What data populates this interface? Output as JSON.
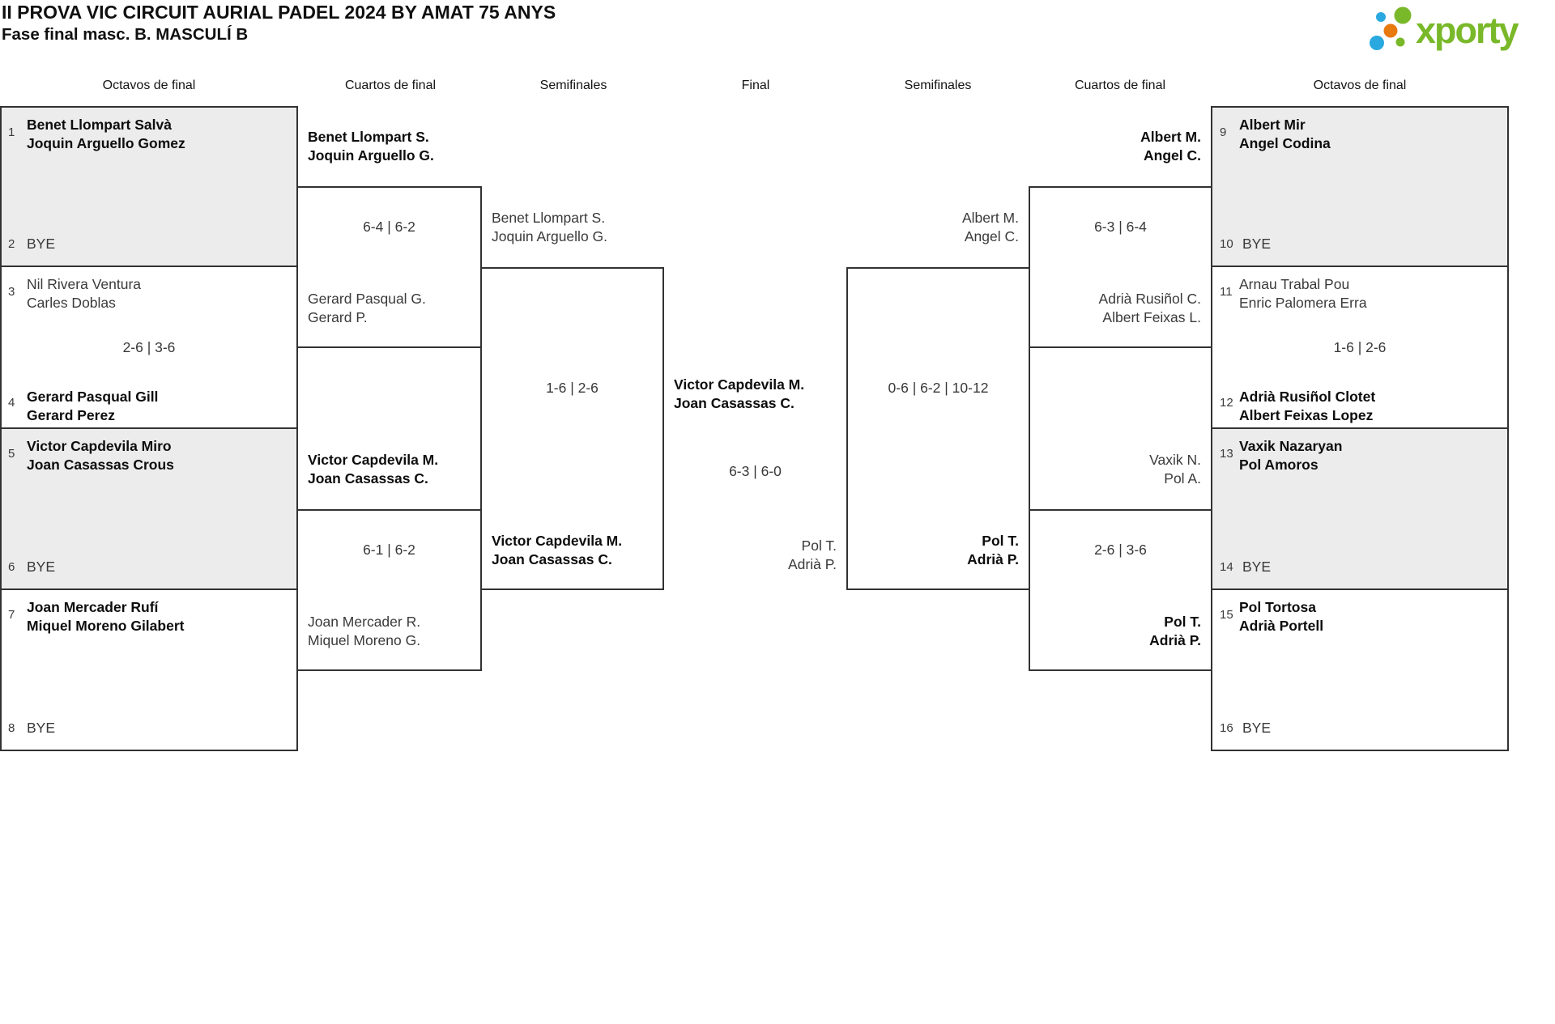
{
  "page": {
    "title": "II PROVA VIC CIRCUIT AURIAL PADEL 2024 BY AMAT 75 ANYS",
    "subtitle": "Fase final masc. B. MASCULÍ B"
  },
  "brand": {
    "name": "xporty",
    "green": "#79b829",
    "blue": "#2aa9e0",
    "orange": "#e8790f"
  },
  "rounds": [
    "Octavos de final",
    "Cuartos de final",
    "Semifinales",
    "Final",
    "Semifinales",
    "Cuartos de final",
    "Octavos de final"
  ],
  "r16_left": [
    {
      "seed_a": "1",
      "a1": "Benet Llompart Salvà",
      "a2": "Joquin Arguello Gomez",
      "seed_b": "2",
      "b_bye": "BYE"
    },
    {
      "seed_a": "3",
      "a1": "Nil Rivera Ventura",
      "a2": "Carles Doblas",
      "score": "2-6 | 3-6",
      "seed_b": "4",
      "b1": "Gerard Pasqual Gill",
      "b2": "Gerard Perez"
    },
    {
      "seed_a": "5",
      "a1": "Victor Capdevila Miro",
      "a2": "Joan Casassas Crous",
      "seed_b": "6",
      "b_bye": "BYE"
    },
    {
      "seed_a": "7",
      "a1": "Joan Mercader Rufí",
      "a2": "Miquel Moreno Gilabert",
      "seed_b": "8",
      "b_bye": "BYE"
    }
  ],
  "r16_right": [
    {
      "seed_a": "9",
      "a1": "Albert Mir",
      "a2": "Angel Codina",
      "seed_b": "10",
      "b_bye": "BYE"
    },
    {
      "seed_a": "11",
      "a1": "Arnau Trabal Pou",
      "a2": "Enric Palomera Erra",
      "score": "1-6 | 2-6",
      "seed_b": "12",
      "b1": "Adrià Rusiñol Clotet",
      "b2": "Albert Feixas Lopez"
    },
    {
      "seed_a": "13",
      "a1": "Vaxik Nazaryan",
      "a2": "Pol Amoros",
      "seed_b": "14",
      "b_bye": "BYE"
    },
    {
      "seed_a": "15",
      "a1": "Pol Tortosa",
      "a2": "Adrià Portell",
      "seed_b": "16",
      "b_bye": "BYE"
    }
  ],
  "qf_left": [
    {
      "a1": "Benet Llompart S.",
      "a2": "Joquin Arguello G.",
      "score": "6-4 | 6-2",
      "b1": "Gerard Pasqual G.",
      "b2": "Gerard P."
    },
    {
      "a1": "Victor Capdevila M.",
      "a2": "Joan Casassas C.",
      "score": "6-1 | 6-2",
      "b1": "Joan Mercader R.",
      "b2": "Miquel Moreno G."
    }
  ],
  "qf_right": [
    {
      "a1": "Albert M.",
      "a2": "Angel C.",
      "score": "6-3 | 6-4",
      "b1": "Adrià Rusiñol C.",
      "b2": "Albert Feixas L."
    },
    {
      "a1": "Vaxik N.",
      "a2": "Pol A.",
      "score": "2-6 | 3-6",
      "b1": "Pol T.",
      "b2": "Adrià P."
    }
  ],
  "sf_left": {
    "a1": "Benet Llompart S.",
    "a2": "Joquin Arguello G.",
    "score": "1-6 | 2-6",
    "b1": "Victor Capdevila M.",
    "b2": "Joan Casassas C."
  },
  "sf_right": {
    "a1": "Albert M.",
    "a2": "Angel C.",
    "score": "0-6 | 6-2 | 10-12",
    "b1": "Pol T.",
    "b2": "Adrià P."
  },
  "final": {
    "w1": "Victor Capdevila M.",
    "w2": "Joan Casassas C.",
    "score": "6-3 | 6-0",
    "l1": "Pol T.",
    "l2": "Adrià P."
  }
}
